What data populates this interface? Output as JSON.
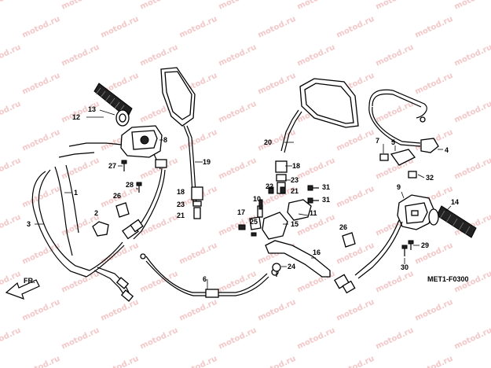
{
  "diagram": {
    "watermark_text": "motod.ru",
    "figure_code": "MET1-F0300",
    "front_indicator": "FR.",
    "part_numbers": [
      "1",
      "2",
      "3",
      "4",
      "5",
      "6",
      "7",
      "8",
      "9",
      "10",
      "11",
      "12",
      "13",
      "14",
      "15",
      "16",
      "17",
      "18",
      "19",
      "20",
      "21",
      "22",
      "23",
      "24",
      "25",
      "26",
      "27",
      "28",
      "29",
      "30",
      "31",
      "32"
    ],
    "labels": {
      "p1": "1",
      "p2": "2",
      "p3": "3",
      "p4": "4",
      "p5": "5",
      "p6": "6",
      "p7": "7",
      "p8": "8",
      "p9": "9",
      "p10": "10",
      "p11": "11",
      "p12": "12",
      "p13": "13",
      "p14": "14",
      "p15": "15",
      "p16": "16",
      "p17": "17",
      "p18": "18",
      "p18b": "18",
      "p19": "19",
      "p20": "20",
      "p21": "21",
      "p21b": "21",
      "p22": "22",
      "p23": "23",
      "p23b": "23",
      "p24": "24",
      "p25": "25",
      "p26": "26",
      "p26b": "26",
      "p27": "27",
      "p28": "28",
      "p29": "29",
      "p30": "30",
      "p31": "31",
      "p31b": "31",
      "p32": "32"
    }
  }
}
